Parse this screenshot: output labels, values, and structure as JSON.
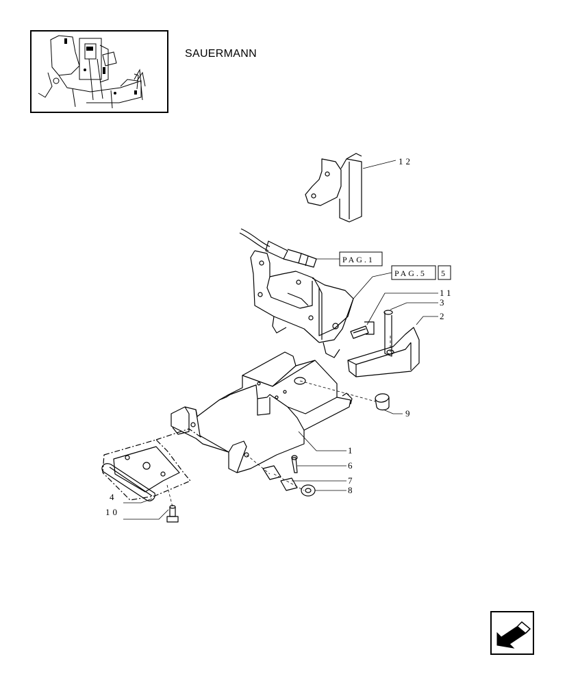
{
  "header": {
    "brand": "SAUERMANN"
  },
  "references": [
    {
      "label": "PAG.1"
    },
    {
      "label": "PAG.5",
      "number": "5"
    }
  ],
  "callouts": [
    "12",
    "11",
    "3",
    "2",
    "9",
    "1",
    "6",
    "7",
    "8",
    "4",
    "10"
  ],
  "navigation": {
    "icon": "back-arrow-icon"
  }
}
